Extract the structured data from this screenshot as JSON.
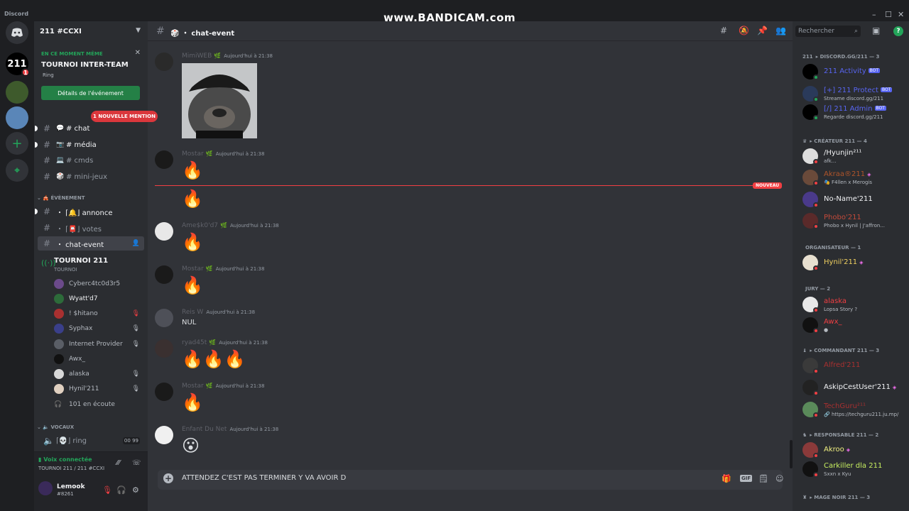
{
  "window": {
    "app_name": "Discord",
    "watermark": "www.BANDICAM.com",
    "minimize": "–",
    "maximize": "☐",
    "close": "✕"
  },
  "colors": {
    "accent": "#5865f2",
    "green": "#23a55a",
    "red": "#f23f43",
    "bg_main": "#313338",
    "bg_side": "#2b2d31"
  },
  "rail": {
    "home_icon": "discord-logo-icon",
    "server1_label": "211",
    "server1_badge": "1",
    "add": "+",
    "explore": "⌖"
  },
  "server": {
    "name": "211 #CCXI"
  },
  "event": {
    "live_label": "EN CE MOMENT MÊME",
    "title": "TOURNOI INTER-TEAM",
    "location": "Ring",
    "details_button": "Détails de l'événement"
  },
  "mention_pill": "1 NOUVELLE MENTION",
  "channels_top": [
    {
      "emoji": "💬",
      "name": "# chat",
      "unread": true
    },
    {
      "emoji": "📷",
      "name": "# média",
      "unread": true
    },
    {
      "emoji": "💻",
      "name": "# cmds",
      "unread": false
    },
    {
      "emoji": "🎲",
      "name": "# mini-jeux",
      "unread": false
    }
  ],
  "category_event": "ÉVÈNEMENT",
  "channels_event": [
    {
      "name": "・ ⌈🔔⌋ annonce",
      "unread": true
    },
    {
      "name": "・ ⌈📮⌋ votes",
      "unread": false
    },
    {
      "name": "・ chat-event",
      "unread": true,
      "active": true
    }
  ],
  "stage": {
    "name": "TOURNOI 211",
    "sub": "TOURNOI"
  },
  "voice_members": [
    {
      "name": "Cyberc4tc0d3r5",
      "color": "#6b4a8a",
      "muted": false,
      "bright": false
    },
    {
      "name": "Wyatt'd7",
      "color": "#2d6b3a",
      "muted": false,
      "bright": true
    },
    {
      "name": "! $hitano",
      "color": "#a83030",
      "muted": true,
      "bright": false
    },
    {
      "name": "Syphax",
      "color": "#3a3f8a",
      "muted": true,
      "bright": false
    },
    {
      "name": "Internet Provider",
      "color": "#5a5e66",
      "muted": true,
      "bright": false
    },
    {
      "name": "Awx_",
      "color": "#111111",
      "muted": false,
      "bright": false
    },
    {
      "name": "alaska",
      "color": "#d8d8d8",
      "muted": true,
      "bright": false
    },
    {
      "name": "Hynil'211",
      "color": "#e0d0c0",
      "muted": true,
      "bright": false
    }
  ],
  "listeners": "101 en écoute",
  "category_voice": "VOCAUX",
  "voice_channel": {
    "name": "⌈💀⌋ ring",
    "count_left": "00",
    "count_right": "99"
  },
  "voicebar": {
    "status": "Voix connectée",
    "where": "TOURNOI 211 / 211 #CCXI"
  },
  "user": {
    "name": "Lemook",
    "tag": "#8261"
  },
  "header": {
    "channel": "・ chat-event",
    "search_placeholder": "Rechercher"
  },
  "messages": [
    {
      "author": "MimiWEB",
      "time": "Aujourd'hui à 21:38",
      "type": "image"
    },
    {
      "author": "Mostar",
      "time": "Aujourd'hui à 21:38",
      "content": "🔥"
    },
    {
      "author": "",
      "time": "",
      "content": "🔥"
    },
    {
      "author": "Ame$k0'd7",
      "time": "Aujourd'hui à 21:38",
      "content": "🔥"
    },
    {
      "author": "Mostar",
      "time": "Aujourd'hui à 21:38",
      "content": "🔥"
    },
    {
      "author": "Reis W",
      "time": "Aujourd'hui à 21:38",
      "content": "NUL"
    },
    {
      "author": "ryad45t",
      "time": "Aujourd'hui à 21:38",
      "content": "🔥🔥🔥"
    },
    {
      "author": "Mostar",
      "time": "Aujourd'hui à 21:38",
      "content": "🔥"
    },
    {
      "author": "Enfant Du Net",
      "time": "Aujourd'hui à 21:38",
      "content": "😮"
    }
  ],
  "new_divider": "NOUVEAU",
  "composer": {
    "text": "ATTENDEZ C'EST PAS TERMINER Y VA AVOIR D",
    "gif": "GIF"
  },
  "members": {
    "roles": [
      {
        "label": "▸ DISCORD.GG/211 — 3",
        "prefix": "211"
      },
      {
        "label": "▸ CRÉATEUR 211 — 4",
        "prefix": "♛"
      },
      {
        "label": "ORGANISATEUR — 1",
        "prefix": ""
      },
      {
        "label": "JURY — 2",
        "prefix": ""
      },
      {
        "label": "▸ COMMANDANT 211 — 3",
        "prefix": "♝"
      },
      {
        "label": "▸ RESPONSABLE 211 — 2",
        "prefix": "♞"
      },
      {
        "label": "▸ MAGE NOIR 211 — 3",
        "prefix": "♜"
      }
    ],
    "list": [
      {
        "name": "211 Activity",
        "color": "#5865f2",
        "sub": "",
        "bot": "BOT",
        "online": true
      },
      {
        "name": "[+] 211 Protect",
        "color": "#5865f2",
        "sub": "Streame discord.gg/211",
        "bot": "BOT",
        "online": true
      },
      {
        "name": "[/] 211 Admin",
        "color": "#5865f2",
        "sub": "Regarde discord.gg/211",
        "bot": "BOT",
        "online": true
      },
      {
        "name": "/Hyunjin²¹¹",
        "color": "#f2f3f5",
        "sub": "afk...",
        "online": false
      },
      {
        "name": "Akraa®211",
        "color": "#b0552a",
        "sub": "🎭 F4llen x Merogis",
        "boost": "◈",
        "online": false
      },
      {
        "name": "No-Name'211",
        "color": "#f2f3f5",
        "sub": "",
        "online": false
      },
      {
        "name": "Phobo'211",
        "color": "#c44a3a",
        "sub": "Phobo x Hynil | J'affron...",
        "online": false
      },
      {
        "name": "Hynil'211",
        "color": "#f0d060",
        "sub": "",
        "boost": "◈",
        "online": false
      },
      {
        "name": "alaska",
        "color": "#f23f43",
        "sub": "Lopsa Story ?",
        "online": false
      },
      {
        "name": "Awx_",
        "color": "#f23f43",
        "sub": "●",
        "online": false
      },
      {
        "name": "Alfred'211",
        "color": "#a83030",
        "sub": "",
        "online": false
      },
      {
        "name": "AskipCestUser'211",
        "color": "#f2f3f5",
        "sub": "",
        "boost": "◈",
        "online": false
      },
      {
        "name": "TechGuru²¹¹",
        "color": "#a83030",
        "sub": "🔗 https://techguru211.ju.mp/",
        "online": false
      },
      {
        "name": "Akroo",
        "color": "#f0f080",
        "sub": "",
        "boost": "◈",
        "online": false
      },
      {
        "name": "Carkiller dla 211",
        "color": "#c8f060",
        "sub": "Sxxn x Kyu",
        "online": false
      }
    ]
  }
}
